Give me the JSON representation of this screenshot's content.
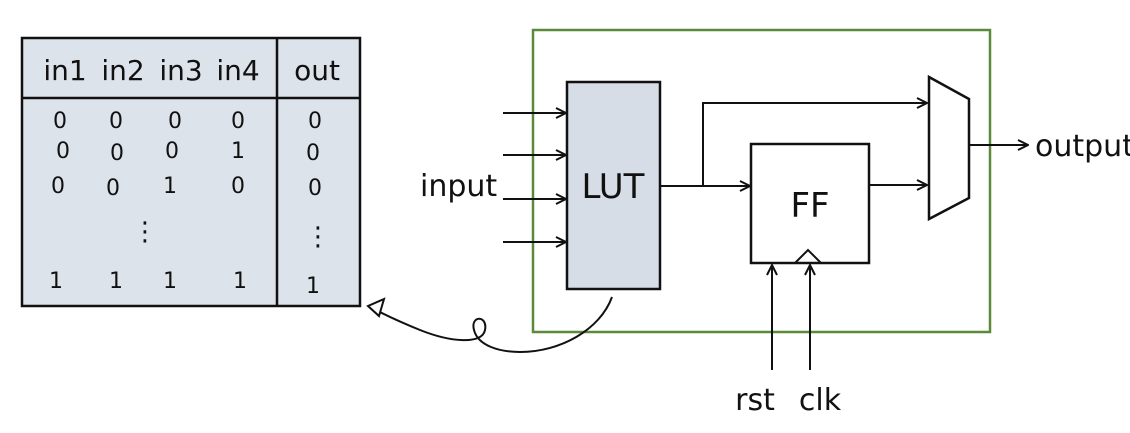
{
  "truth_table": {
    "headers": [
      "in1",
      "in2",
      "in3",
      "in4",
      "out"
    ],
    "rows": [
      [
        "0",
        "0",
        "0",
        "0",
        "0"
      ],
      [
        "0",
        "0",
        "0",
        "1",
        "0"
      ],
      [
        "0",
        "0",
        "1",
        "0",
        "0"
      ],
      [
        "",
        "",
        "⋮",
        "",
        "⋮"
      ],
      [
        "1",
        "1",
        "1",
        "1",
        "1"
      ]
    ]
  },
  "blocks": {
    "lut": "LUT",
    "ff": "FF"
  },
  "labels": {
    "input": "input",
    "output": "output",
    "rst": "rst",
    "clk": "clk"
  },
  "colors": {
    "table_fill": "#dde3eb",
    "lut_fill": "#d6dde6",
    "border_green": "#5a8a3a",
    "ink": "#111111"
  }
}
